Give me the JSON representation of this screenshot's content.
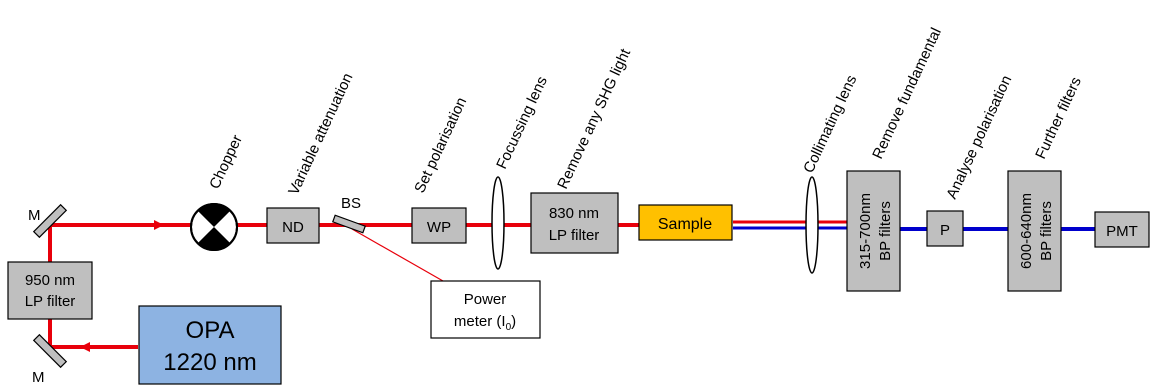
{
  "components": {
    "opa": {
      "line1": "OPA",
      "line2": "1220 nm"
    },
    "lp950": {
      "line1": "950 nm",
      "line2": "LP filter"
    },
    "mirror_top": "M",
    "mirror_bottom": "M",
    "nd": "ND",
    "bs": "BS",
    "wp": "WP",
    "lp830": {
      "line1": "830 nm",
      "line2": "LP filter"
    },
    "sample": "Sample",
    "power_meter": {
      "line1": "Power",
      "line2_prefix": "meter (I",
      "line2_sub": "0",
      "line2_suffix": ")"
    },
    "bp315": {
      "line1": "315-700nm",
      "line2": "BP filters"
    },
    "p": "P",
    "bp600": {
      "line1": "600-640nm",
      "line2": "BP filters"
    },
    "pmt": "PMT"
  },
  "annotations": {
    "chopper": "Chopper",
    "variable_attenuation": "Variable attenuation",
    "set_polarisation": "Set polarisation",
    "focussing_lens": "Focussing lens",
    "remove_shg": "Remove any SHG light",
    "collimating_lens": "Collimating lens",
    "remove_fundamental": "Remove fundamental",
    "analyse_polarisation": "Analyse polarisation",
    "further_filters": "Further filters"
  },
  "colors": {
    "fundamental_beam": "#e8000b",
    "shg_beam": "#0000cc",
    "component_box": "#bfbfbf",
    "opa_box": "#8db3e2",
    "sample_box": "#ffc000"
  }
}
